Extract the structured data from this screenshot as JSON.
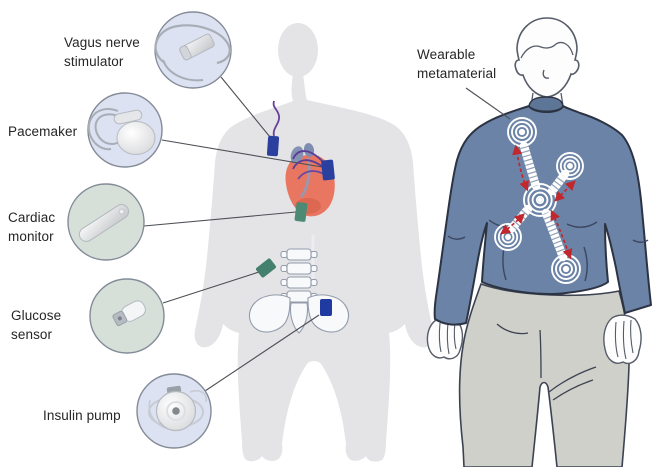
{
  "figure": {
    "type": "medical-devices-diagram",
    "background": "#ffffff"
  },
  "implantable_devices": {
    "items": [
      {
        "id": "vagus-nerve-stimulator",
        "label": "Vagus nerve stimulator",
        "badge_color": "#dce2f2",
        "implant_color": "#2a3f9e"
      },
      {
        "id": "pacemaker",
        "label": "Pacemaker",
        "badge_color": "#dce2f2",
        "implant_color": "#2a3f9e"
      },
      {
        "id": "cardiac-monitor",
        "label": "Cardiac monitor",
        "badge_color": "#d6e0d9",
        "implant_color": "#4d8a74"
      },
      {
        "id": "glucose-sensor",
        "label": "Glucose sensor",
        "badge_color": "#d6e0d9",
        "implant_color": "#43806d"
      },
      {
        "id": "insulin-pump",
        "label": "Insulin pump",
        "badge_color": "#dce2f2",
        "implant_color": "#1f3aa0"
      }
    ]
  },
  "wearable": {
    "label": "Wearable metamaterial",
    "node_count": 5,
    "shirt_color": "#6b83a6",
    "pants_color": "#cfd0c9",
    "arrow_color": "#c1272d"
  },
  "colors": {
    "silhouette": "#e4e4e7",
    "circle_border": "#848b97",
    "heart": "#e87660",
    "lead_purple": "#5b3d96",
    "label_text": "#262626",
    "connector_line": "#4c4f55"
  }
}
